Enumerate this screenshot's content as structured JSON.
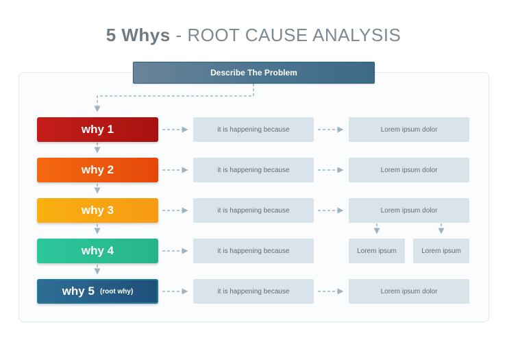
{
  "title": {
    "bold": "5 Whys",
    "separator": " - ",
    "light": "ROOT CAUSE ANALYSIS"
  },
  "problem": "Describe The Problem",
  "rows": [
    {
      "why": "why 1",
      "sub": "",
      "reason": "it is happening because",
      "detail": "Lorem ipsum dolor"
    },
    {
      "why": "why 2",
      "sub": "",
      "reason": "it is happening because",
      "detail": "Lorem ipsum dolor"
    },
    {
      "why": "why 3",
      "sub": "",
      "reason": "it is happening because",
      "detail": "Lorem ipsum dolor"
    },
    {
      "why": "why 4",
      "sub": "",
      "reason": "it is happening because",
      "detail_left": "Lorem ipsum",
      "detail_right": "Lorem ipsum"
    },
    {
      "why": "why 5",
      "sub": "(root why)",
      "reason": "it is happening because",
      "detail": "Lorem ipsum dolor"
    }
  ],
  "colors": {
    "why1": "#b5160f",
    "why2": "#ee5a0d",
    "why3": "#f8a612",
    "why4": "#2bbd93",
    "why5": "#26608a",
    "box": "#d9e4ea",
    "connector": "#9fb4c0"
  }
}
